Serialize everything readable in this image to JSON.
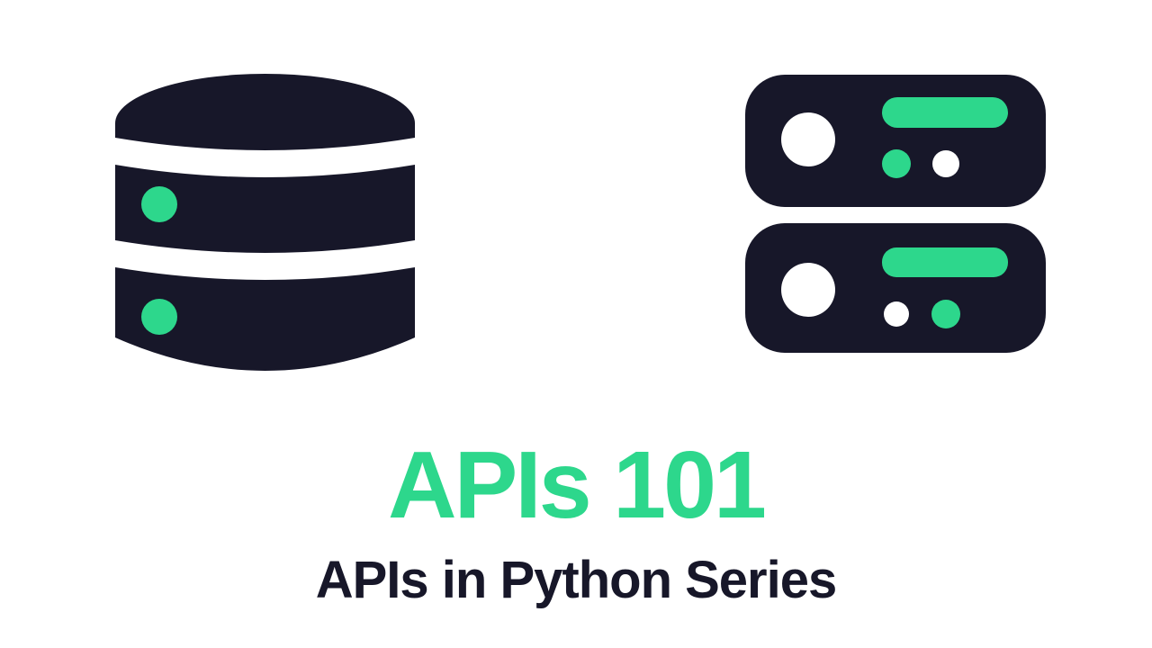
{
  "page": {
    "kind": "video-title-card",
    "background": "#ffffff"
  },
  "colors": {
    "navy": "#171729",
    "green": "#2dd78c",
    "white": "#ffffff"
  },
  "title": {
    "text": "APIs 101",
    "color": "#2dd78c"
  },
  "subtitle": {
    "text": "APIs in Python Series",
    "color": "#171729"
  },
  "icons": {
    "database": {
      "name": "database-icon",
      "description": "dark cylinder with two white separator bands and two green indicator dots"
    },
    "servers": {
      "name": "server-stack-icon",
      "description": "two stacked dark rounded server units, each with a white circle, a green status bar and two small indicator dots"
    }
  }
}
